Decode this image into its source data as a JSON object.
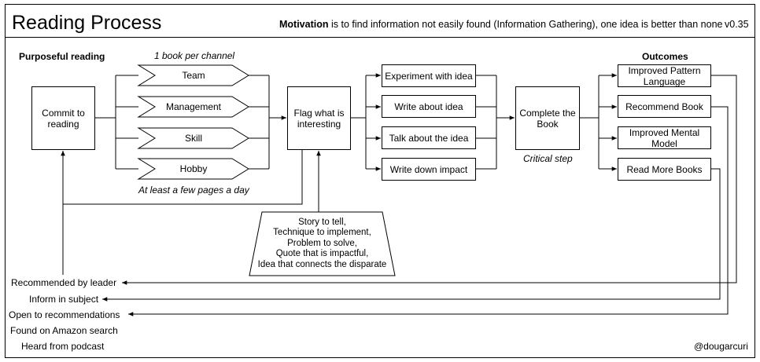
{
  "header": {
    "title": "Reading Process",
    "motivation_bold": "Motivation",
    "motivation_text": " is to find information not easily found (Information Gathering), one idea is better than none",
    "version": "v0.35"
  },
  "purposeful": {
    "heading": "Purposeful reading",
    "commit": "Commit to reading"
  },
  "channels": {
    "caption_top": "1 book per channel",
    "caption_bottom": "At least a few pages a day",
    "items": [
      "Team",
      "Management",
      "Skill",
      "Hobby"
    ]
  },
  "flag": {
    "label": "Flag what is interesting",
    "criteria": [
      "Story to tell,",
      "Technique to implement,",
      "Problem to solve,",
      "Quote that is impactful,",
      "Idea that connects the disparate"
    ]
  },
  "actions": [
    "Experiment with idea",
    "Write about idea",
    "Talk about the idea",
    "Write down impact"
  ],
  "complete": {
    "label": "Complete the Book",
    "note": "Critical step"
  },
  "outcomes": {
    "heading": "Outcomes",
    "items": [
      "Improved Pattern Language",
      "Recommend Book",
      "Improved Mental Model",
      "Read More Books"
    ]
  },
  "sources": [
    "Recommended by leader",
    "Inform in subject",
    "Open to recommendations",
    "Found on Amazon search",
    "Heard from podcast"
  ],
  "footer": {
    "handle": "@dougarcuri"
  }
}
